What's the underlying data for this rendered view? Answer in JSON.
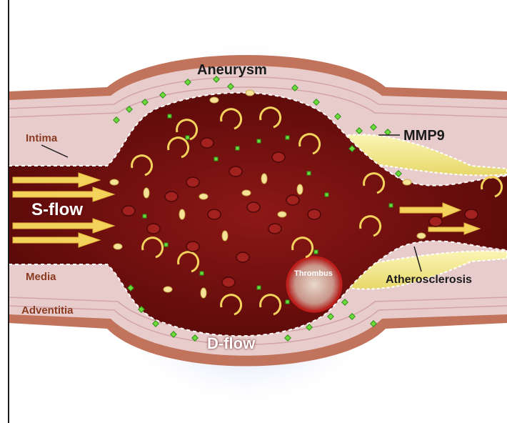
{
  "labels": {
    "aneurysm": "Aneurysm",
    "mmp9": "MMP9",
    "intima": "Intima",
    "s_flow": "S-flow",
    "media": "Media",
    "adventitia": "Adventitia",
    "thrombus": "Thrombus",
    "atherosclerosis": "Atherosclerosis",
    "d_flow": "D-flow"
  },
  "colors": {
    "lumen": "#7e1412",
    "lumen_dark": "#5c0b0a",
    "adventitia": "#c1735b",
    "media": "#e6c6c6",
    "plaque": "#f2e88c",
    "glow": "#aab6e6",
    "mmp9_dot": "#6bdc3a",
    "arrow": "#f3d35c"
  }
}
